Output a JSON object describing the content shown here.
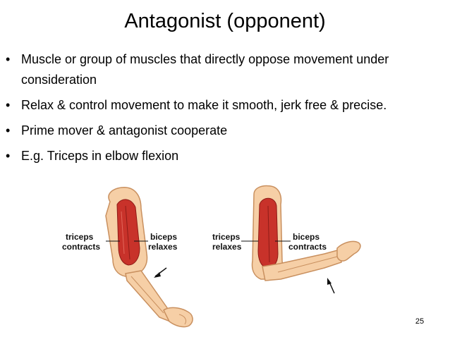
{
  "slide": {
    "title": "Antagonist (opponent)",
    "bullets": [
      "Muscle or group of muscles that directly oppose movement under consideration",
      "Relax & control movement to make it smooth, jerk free & precise.",
      "Prime mover & antagonist cooperate",
      "E.g. Triceps in elbow flexion"
    ],
    "bullet_symbol": "•",
    "page_number": "25"
  },
  "figure": {
    "left_arm": {
      "label_left_1": "triceps",
      "label_left_2": "contracts",
      "label_right_1": "biceps",
      "label_right_2": "relaxes"
    },
    "right_arm": {
      "label_left_1": "triceps",
      "label_left_2": "relaxes",
      "label_right_1": "biceps",
      "label_right_2": "contracts"
    },
    "colors": {
      "skin": "#f6cfa6",
      "skin_outline": "#c9905f",
      "muscle": "#c8322a",
      "muscle_dark": "#8e1c17",
      "bone": "#efe3c8"
    }
  }
}
